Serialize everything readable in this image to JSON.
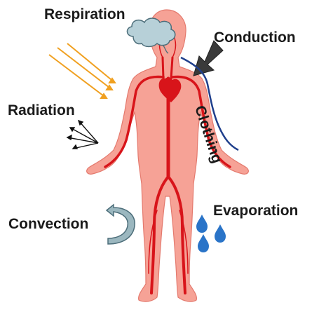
{
  "labels": {
    "respiration": "Respiration",
    "conduction": "Conduction",
    "clothing": "Clothing",
    "radiation": "Radiation",
    "convection": "Convection",
    "evaporation": "Evaporation"
  },
  "icons": {
    "cloud": "cloud-icon",
    "conduction_arrow": "arrow-icon",
    "sun_rays": "ray-icon",
    "radiation_arrows": "arrow-icon",
    "convection_arrow": "curved-arrow-icon",
    "water_drops": "water-drop-icon"
  },
  "colors": {
    "skin": "#f6a296",
    "skin_outline": "#e47a6e",
    "vessels": "#d8141a",
    "rays": "#f0a020",
    "clothing_line": "#1f3f8c",
    "conduction_arrow": "#3a3a3a",
    "cloud_fill": "#b7d0d8",
    "cloud_outline": "#4d6e7a",
    "convection_arrow": "#9bb7bf",
    "drops": "#2a74c8"
  }
}
